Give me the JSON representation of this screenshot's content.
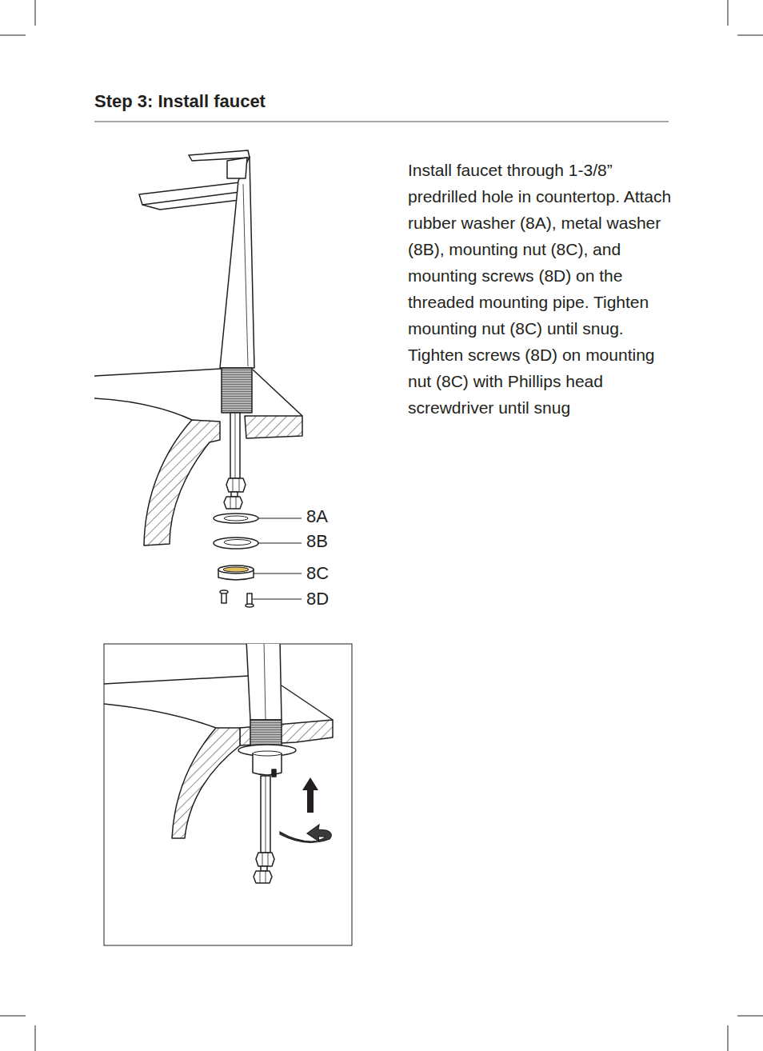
{
  "diagram": {
    "title": "Step 3: Install faucet",
    "labels": [
      "Install faucet through 1-3/8” predrilled hole in countertop. Attach rubber washer (8A), metal washer (8B), mounting nut (8C), and mounting screws (8D) on the threaded mounting pipe. Tighten mounting nut (8C) until snug. Tighten screws (8D) on mounting nut (8C) with Phillips head screwdriver until snug",
      "8A",
      "8B",
      "8C",
      "8D"
    ]
  }
}
